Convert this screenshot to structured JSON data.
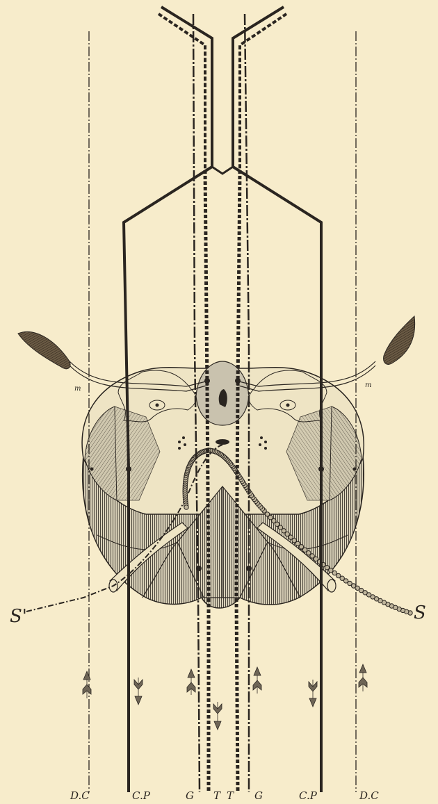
{
  "labels": {
    "bottom": [
      "D.C",
      "C.P",
      "G",
      "T",
      "T",
      "G",
      "C.P",
      "D.C"
    ],
    "left_fiber": "S'",
    "right_fiber": "S",
    "muscle_left": "m",
    "muscle_right": "m"
  },
  "colors": {
    "paper": "#f7eccb",
    "ink": "#2a2520",
    "gray_fill": "#c9c2ae",
    "light_fill": "#eee4c4"
  }
}
